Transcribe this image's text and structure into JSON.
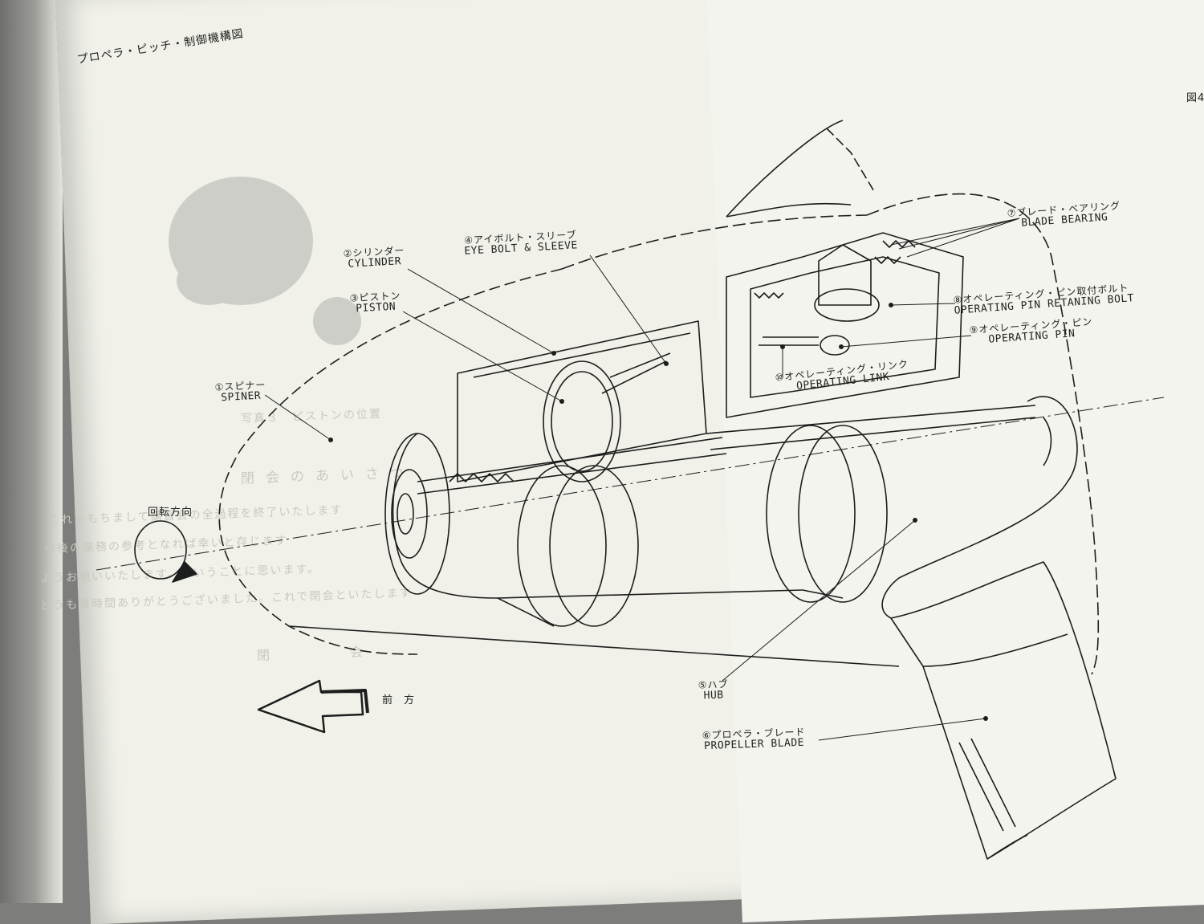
{
  "page": {
    "title": "プロペラ・ピッチ・制御機構図",
    "figure_ref": "図4"
  },
  "parts": [
    {
      "id": "spinner",
      "jp": "①スピナー",
      "en": "SPINER"
    },
    {
      "id": "cylinder",
      "jp": "②シリンダー",
      "en": "CYLINDER"
    },
    {
      "id": "piston",
      "jp": "③ピストン",
      "en": "PISTON"
    },
    {
      "id": "eyebolt",
      "jp": "④アイボルト・スリーブ",
      "en": "EYE BOLT & SLEEVE"
    },
    {
      "id": "hub",
      "jp": "⑤ハブ",
      "en": "HUB"
    },
    {
      "id": "blade",
      "jp": "⑥プロペラ・ブレード",
      "en": "PROPELLER BLADE"
    },
    {
      "id": "bearing",
      "jp": "⑦ブレード・ベアリング",
      "en": "BLADE BEARING"
    },
    {
      "id": "retainbolt",
      "jp": "⑧オペレーティング・ピン取付ボルト",
      "en": "OPERATING PIN RETANING BOLT"
    },
    {
      "id": "pin",
      "jp": "⑨オペレーティング・ピン",
      "en": "OPERATING PIN"
    },
    {
      "id": "link",
      "jp": "⑩オペレーティング・リンク",
      "en": "OPERATING LINK"
    }
  ],
  "rotation_label": "回転方向",
  "forward_label": "前方"
}
